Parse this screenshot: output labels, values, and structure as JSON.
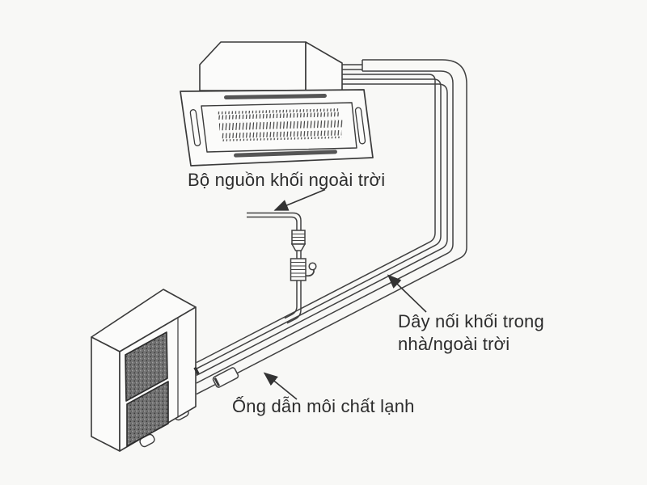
{
  "palette": {
    "background": "#f8f8f6",
    "line": "#414141",
    "text": "#2d2d2d",
    "slot_fill": "#555555",
    "grille_fill": "#747474"
  },
  "labels": {
    "power": {
      "text": "Bộ nguồn khối ngoài trời"
    },
    "interconnect": {
      "line1": "Dây nối khối trong",
      "line2": "nhà/ngoài trời"
    },
    "refrigerant": {
      "text": "Ống dẫn môi chất lạnh"
    }
  },
  "components": {
    "indoor_unit": "ceiling-cassette-indoor-unit",
    "outdoor_unit": "outdoor-condenser-unit",
    "pipe_run": "refrigerant-pipe-run",
    "power_conduit": "power-conduit-with-service-valves"
  }
}
